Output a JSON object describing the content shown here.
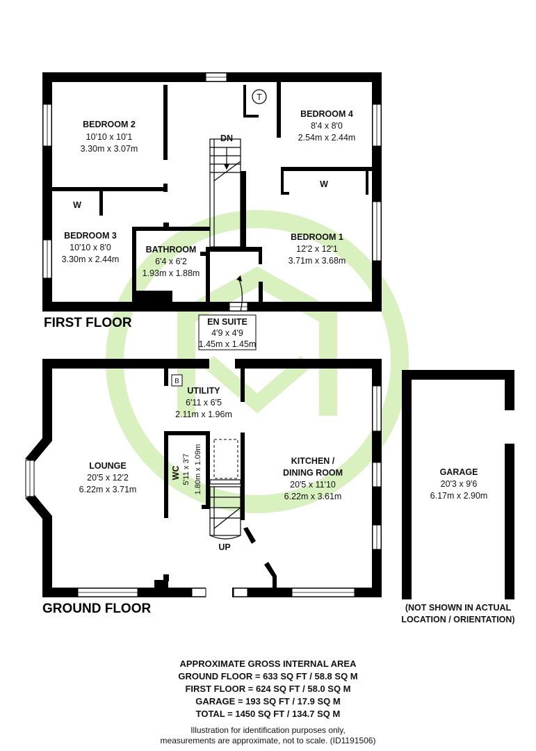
{
  "floors": {
    "first": "FIRST FLOOR",
    "ground": "GROUND FLOOR"
  },
  "rooms": {
    "bedroom2": {
      "name": "BEDROOM 2",
      "imperial": "10'10 x 10'1",
      "metric": "3.30m x 3.07m"
    },
    "bedroom4": {
      "name": "BEDROOM 4",
      "imperial": "8'4 x 8'0",
      "metric": "2.54m x 2.44m"
    },
    "bedroom3": {
      "name": "BEDROOM 3",
      "imperial": "10'10 x 8'0",
      "metric": "3.30m x 2.44m"
    },
    "bathroom": {
      "name": "BATHROOM",
      "imperial": "6'4 x 6'2",
      "metric": "1.93m x 1.88m"
    },
    "bedroom1": {
      "name": "BEDROOM 1",
      "imperial": "12'2 x 12'1",
      "metric": "3.71m x 3.68m"
    },
    "ensuite": {
      "name": "EN SUITE",
      "imperial": "4'9 x 4'9",
      "metric": "1.45m x 1.45m"
    },
    "utility": {
      "name": "UTILITY",
      "imperial": "6'11 x 6'5",
      "metric": "2.11m x 1.96m"
    },
    "lounge": {
      "name": "LOUNGE",
      "imperial": "20'5 x 12'2",
      "metric": "6.22m x 3.71m"
    },
    "wc": {
      "name": "WC",
      "imperial": "5'11 x 3'7",
      "metric": "1.80m x 1.09m"
    },
    "kitchen": {
      "name_line1": "KITCHEN /",
      "name_line2": "DINING ROOM",
      "imperial": "20'5 x 11'10",
      "metric": "6.22m x 3.61m"
    },
    "garage": {
      "name": "GARAGE",
      "imperial": "20'3 x 9'6",
      "metric": "6.17m x 2.90m"
    }
  },
  "markers": {
    "wardrobe": "W",
    "tank": "T",
    "boiler": "B",
    "stairs_down": "DN",
    "stairs_up": "UP"
  },
  "garage_note": {
    "line1": "(NOT SHOWN IN ACTUAL",
    "line2": "LOCATION / ORIENTATION)"
  },
  "area": {
    "heading": "APPROXIMATE GROSS INTERNAL AREA",
    "ground": "GROUND FLOOR = 633 SQ FT / 58.8 SQ M",
    "first": "FIRST FLOOR = 624 SQ FT / 58.0 SQ M",
    "garage": "GARAGE = 193 SQ FT / 17.9 SQ M",
    "total": "TOTAL = 1450 SQ FT / 134.7 SQ M"
  },
  "disclaimer": {
    "line1": "Illustration for identification purposes only,",
    "line2": "measurements are approximate, not to scale. (ID1191506)"
  },
  "colors": {
    "walls": "#000000",
    "watermark": "#d9f0bf"
  }
}
